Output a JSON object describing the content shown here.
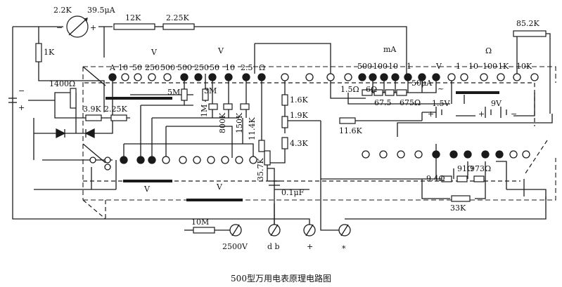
{
  "caption": "500型万用电表原理电路图",
  "colors": {
    "ink": "#1a1a1a",
    "paper": "#ffffff"
  },
  "meter": {
    "resistance": "2.2K",
    "current": "39.5μA",
    "minus": "−",
    "plus": "+"
  },
  "groups": {
    "v_dc": "V",
    "v_ac": "V",
    "v_ac2": "V",
    "ma": "mA",
    "ohm": "Ω",
    "v_low1": "V",
    "v_low2": "V",
    "ac_mark": "~"
  },
  "volt_ranges": [
    "A",
    "10",
    "50",
    "250",
    "500",
    "500",
    "250",
    "50",
    "10",
    "2.5",
    "Ω"
  ],
  "ma_ranges": [
    "500",
    "100",
    "10",
    "1",
    "50μA",
    "V"
  ],
  "ohm_ranges": [
    "1",
    "10",
    "100",
    "1K",
    "10K"
  ],
  "resistors": {
    "r1": "1K",
    "r2": "12K",
    "r3": "2.25K",
    "r4": "85.2K",
    "r5": "1400Ω",
    "r6": "5M",
    "r7": "3M",
    "r8": "3.9K",
    "r9": "2.25K",
    "r10": "1M",
    "r11": "800K",
    "r12": "150K",
    "r13": "11.4K",
    "r14": "1.6K",
    "r15": "1.9K",
    "r16": "4.3K",
    "r17": "35.7K",
    "r18": "1.5Ω",
    "r19": "6Ω",
    "r20": "67.5",
    "r21": "675Ω",
    "r22": "11.6K",
    "r23": "9.4Ω",
    "r24": "91Ω",
    "r25": "973Ω",
    "r26": "33K",
    "r27": "10M"
  },
  "batteries": {
    "b1": "1.5V",
    "b2": "9V",
    "plus": "+",
    "minus": "−"
  },
  "capacitor": "0.1μF",
  "left_cap": {
    "plus": "+",
    "minus": "−"
  },
  "terminals": {
    "t2500": "2500V",
    "tdb": "d b",
    "tplus": "+",
    "tstar": "*"
  }
}
